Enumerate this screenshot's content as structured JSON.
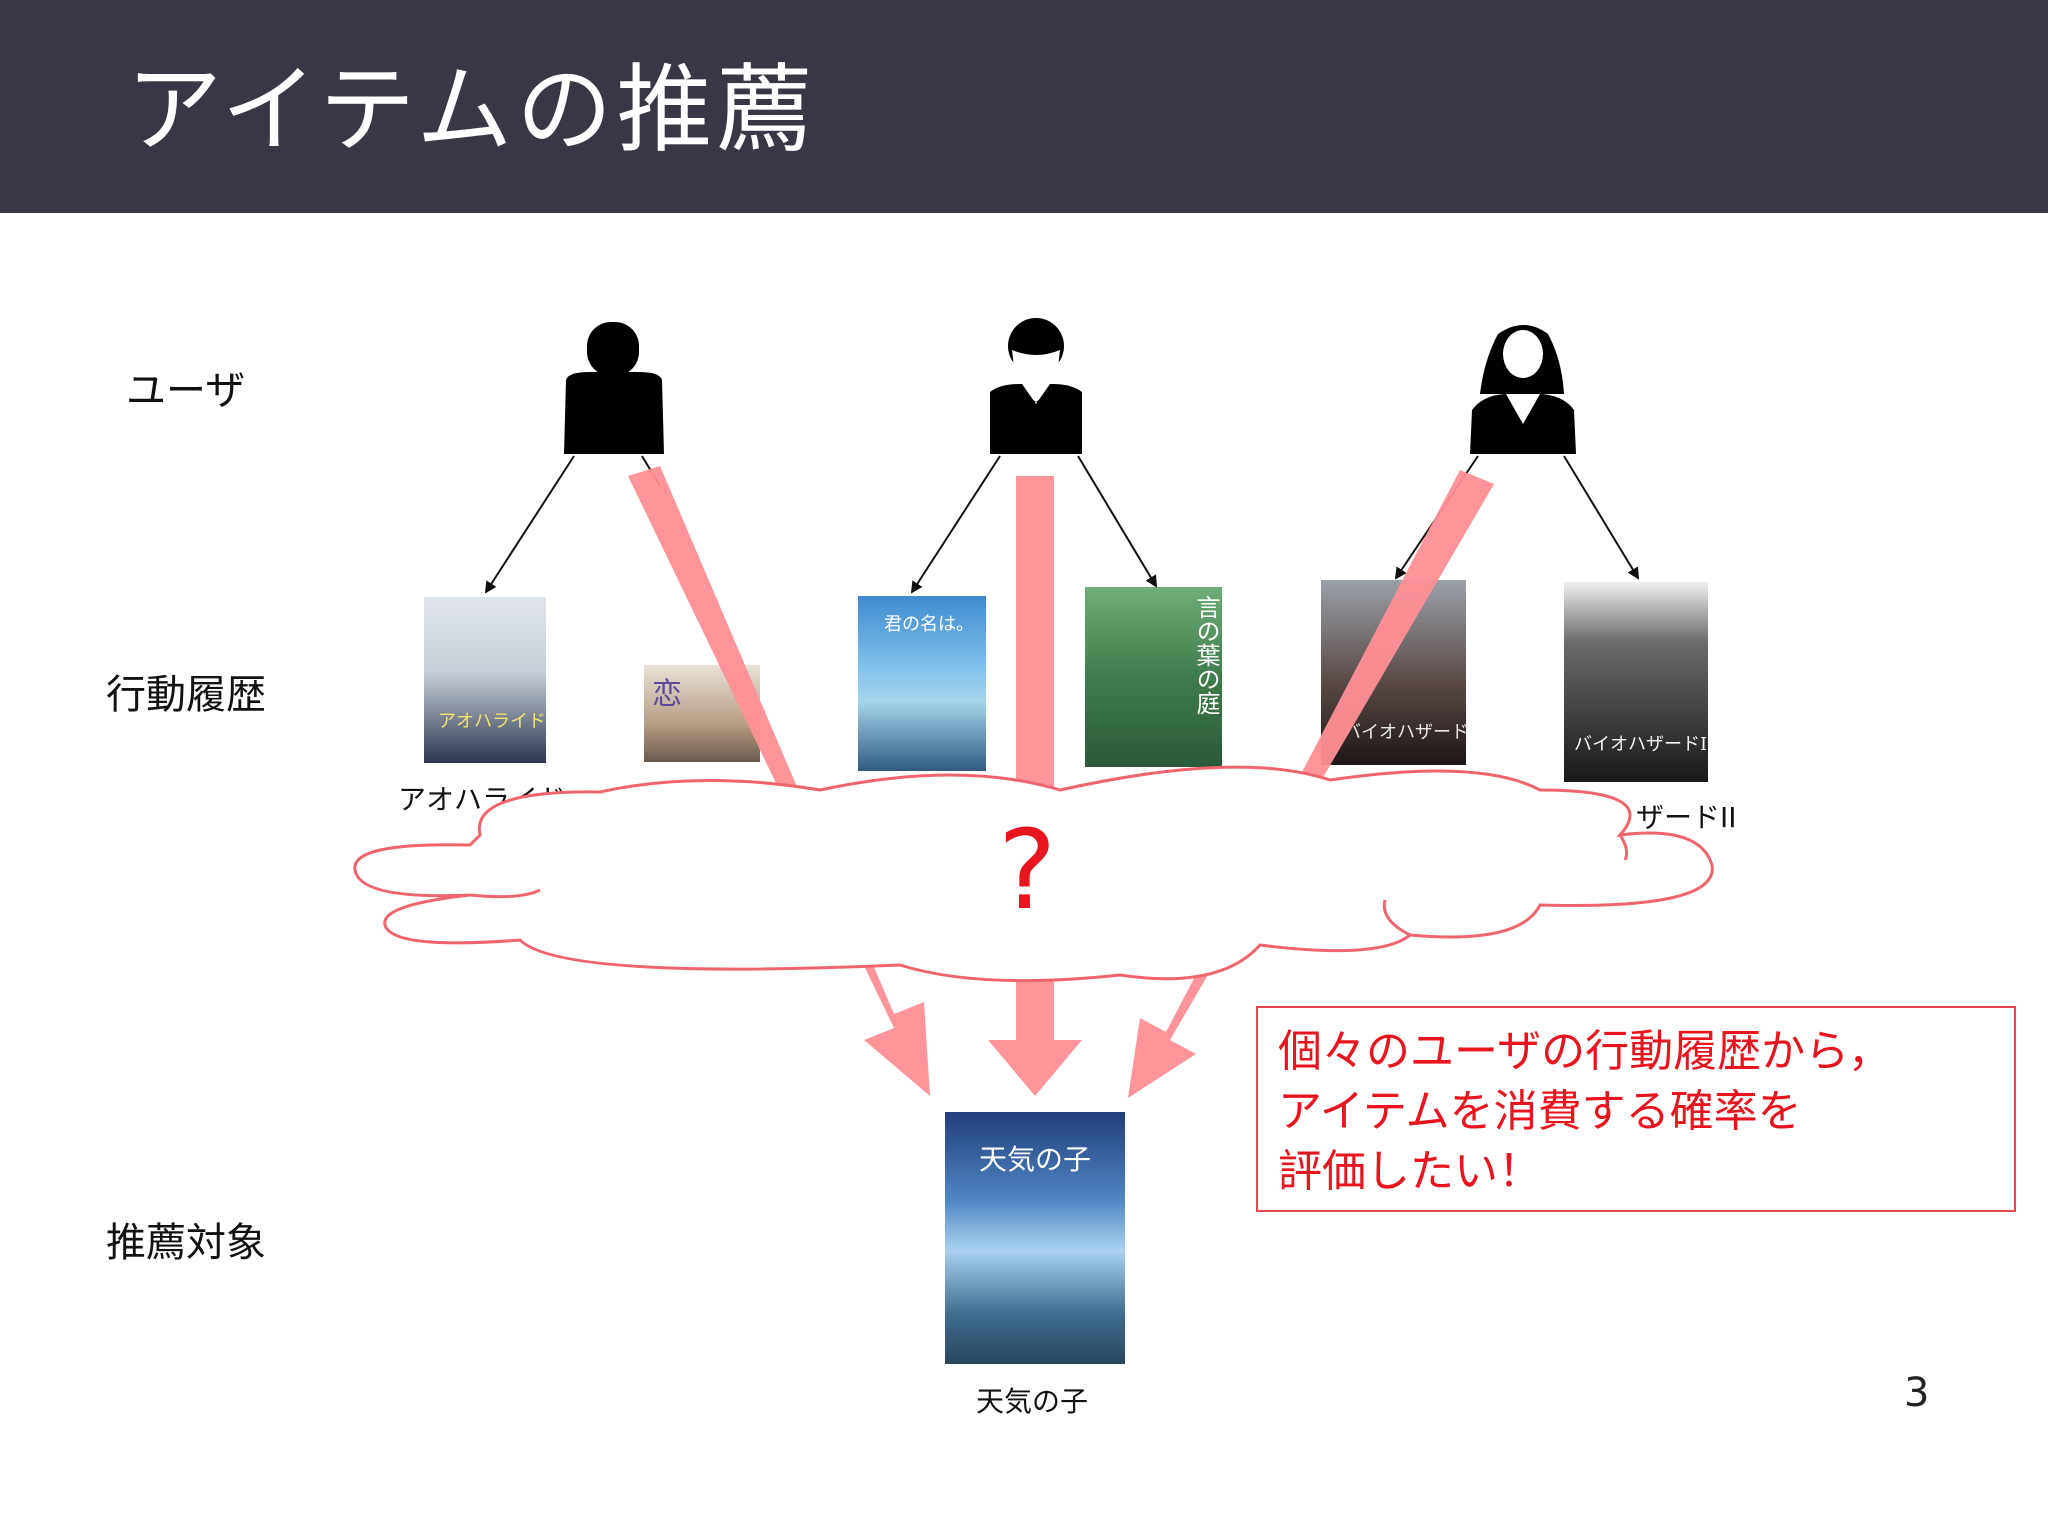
{
  "slide": {
    "title": "アイテムの推薦",
    "page_number": "3"
  },
  "row_labels": {
    "users": "ユーザ",
    "history": "行動履歴",
    "target": "推薦対象"
  },
  "users": [
    {
      "icon": "person-icon"
    },
    {
      "icon": "man-in-suit-icon"
    },
    {
      "icon": "woman-icon"
    }
  ],
  "history_posters": [
    {
      "caption": "アオハライド",
      "poster_text": "アオハライド"
    },
    {
      "caption": "",
      "poster_text": "恋"
    },
    {
      "caption": "",
      "poster_text": "君の名は。"
    },
    {
      "caption": "",
      "poster_text": "言の葉の庭"
    },
    {
      "caption": "",
      "poster_text": "バイオハザード"
    },
    {
      "caption": "ザードII",
      "poster_text": "バイオハザードII"
    }
  ],
  "target": {
    "caption": "天気の子",
    "poster_text": "天気の子"
  },
  "cloud": {
    "mark": "?"
  },
  "note": {
    "lines": [
      "個々のユーザの行動履歴から，",
      "アイテムを消費する確率を",
      "評価したい！"
    ]
  },
  "colors": {
    "header_bg": "#373745",
    "accent_red": "#e8141e",
    "arrow_pink": "#ff8f96",
    "cloud_stroke": "#f0656d"
  }
}
